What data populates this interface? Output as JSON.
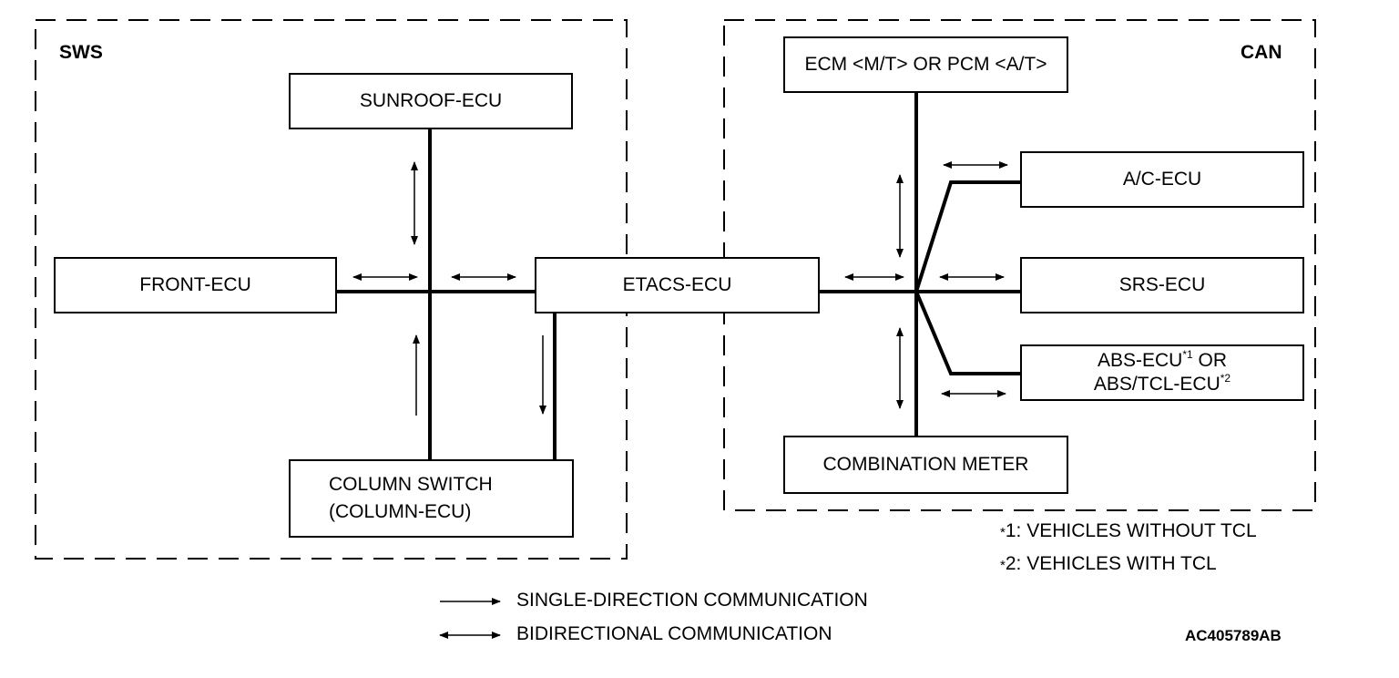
{
  "regions": {
    "sws": {
      "label": "SWS"
    },
    "can": {
      "label": "CAN"
    }
  },
  "nodes": {
    "sunroof_ecu": "SUNROOF-ECU",
    "front_ecu": "FRONT-ECU",
    "column_switch_line1": "COLUMN SWITCH",
    "column_switch_line2": "(COLUMN-ECU)",
    "etacs_ecu": "ETACS-ECU",
    "ecm_pcm": "ECM <M/T> OR PCM <A/T>",
    "ac_ecu": "A/C-ECU",
    "srs_ecu": "SRS-ECU",
    "abs_line1": "ABS-ECU",
    "abs_line1_sup": "*1",
    "abs_line1_suffix": " OR",
    "abs_line2": "ABS/TCL-ECU",
    "abs_line2_sup": "*2",
    "combination_meter": "COMBINATION METER"
  },
  "footnotes": [
    {
      "mark": "*",
      "text": "1: VEHICLES WITHOUT TCL"
    },
    {
      "mark": "*",
      "text": "2: VEHICLES WITH TCL"
    }
  ],
  "legend": {
    "single": "SINGLE-DIRECTION COMMUNICATION",
    "bidirectional": "BIDIRECTIONAL COMMUNICATION"
  },
  "figure_id": "AC405789AB"
}
